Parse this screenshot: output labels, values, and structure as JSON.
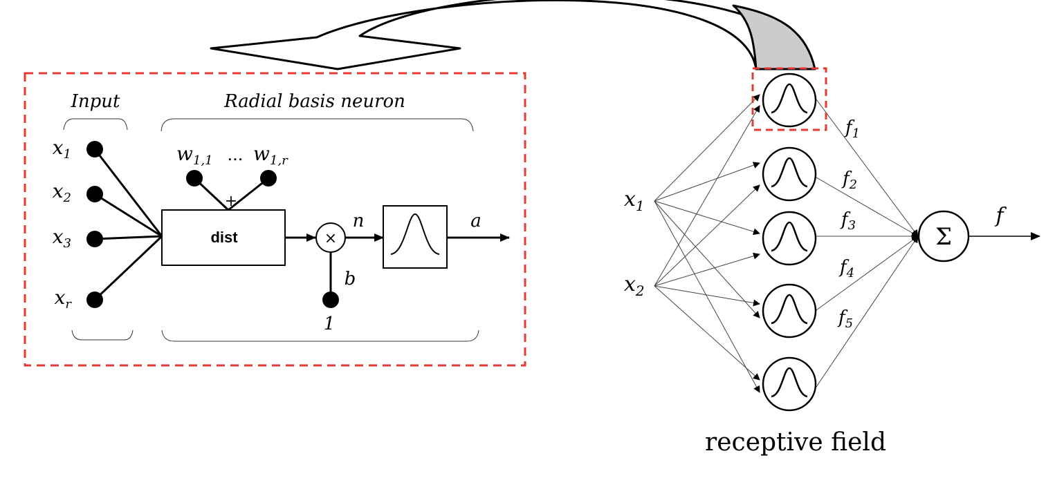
{
  "left_panel": {
    "input_label": "Input",
    "neuron_label": "Radial basis neuron",
    "inputs": [
      {
        "base": "x",
        "sub": "1"
      },
      {
        "base": "x",
        "sub": "2"
      },
      {
        "base": "x",
        "sub": "3"
      },
      {
        "base": "x",
        "sub": "r"
      }
    ],
    "weight_first": {
      "base": "w",
      "sub": "1,1"
    },
    "weight_ellipsis": "...",
    "weight_last": {
      "base": "w",
      "sub": "1,r"
    },
    "plus_sign": "+",
    "dist_label": "dist",
    "times_sign": "×",
    "n_label": "n",
    "a_label": "a",
    "b_label": "b",
    "one_label": "1"
  },
  "right_panel": {
    "inputs": [
      {
        "base": "x",
        "sub": "1"
      },
      {
        "base": "x",
        "sub": "2"
      }
    ],
    "outputs": [
      {
        "base": "f",
        "sub": "1"
      },
      {
        "base": "f",
        "sub": "2"
      },
      {
        "base": "f",
        "sub": "3"
      },
      {
        "base": "f",
        "sub": "4"
      },
      {
        "base": "f",
        "sub": "5"
      }
    ],
    "sum_symbol": "Σ",
    "output_label": "f",
    "caption": "receptive field"
  },
  "colors": {
    "highlight_border": "#e53935",
    "arrow_fill": "#cccccc",
    "line": "#000000"
  }
}
